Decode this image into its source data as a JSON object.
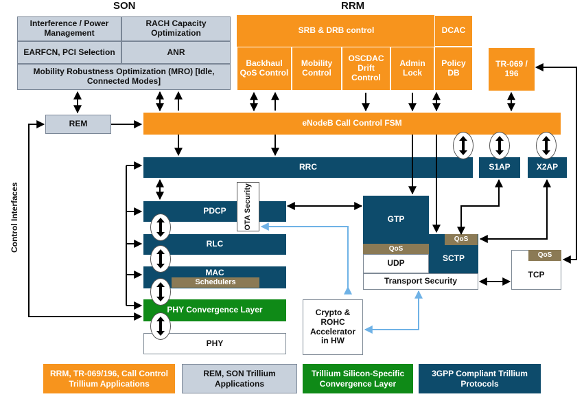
{
  "headings": {
    "son": "SON",
    "rrm": "RRM",
    "control_interfaces": "Control Interfaces"
  },
  "son": {
    "interference": "Interference / Power Management",
    "rach": "RACH Capacity Optimization",
    "earfcn": "EARFCN, PCI Selection",
    "anr": "ANR",
    "mro": "Mobility Robustness Optimization (MRO) [Idle, Connected Modes]"
  },
  "rrm": {
    "srb_drb": "SRB & DRB control",
    "dcac": "DCAC",
    "backhaul": "Backhaul QoS Control",
    "mobility": "Mobility Control",
    "oscdac": "OSCDAC Drift Control",
    "admin": "Admin Lock",
    "policy": "Policy DB"
  },
  "blocks": {
    "tr069": "TR-069 / 196",
    "rem": "REM",
    "enodeb": "eNodeB Call Control FSM",
    "rrc": "RRC",
    "s1ap": "S1AP",
    "x2ap": "X2AP",
    "pdcp": "PDCP",
    "ota": "OTA Security",
    "rlc": "RLC",
    "mac": "MAC",
    "schedulers": "Schedulers",
    "phy_conv": "PHY Convergence Layer",
    "phy": "PHY",
    "gtp": "GTP",
    "qos": "QoS",
    "udp": "UDP",
    "sctp": "SCTP",
    "transport_security": "Transport Security",
    "tcp": "TCP",
    "crypto": "Crypto & ROHC Accelerator in HW"
  },
  "legend": {
    "orange": "RRM, TR-069/196, Call Control Trillium Applications",
    "grey": "REM, SON Trillium Applications",
    "green": "Trillium Silicon-Specific Convergence Layer",
    "navy": "3GPP Compliant Trillium Protocols"
  },
  "colors": {
    "orange": "#f7941d",
    "grey": "#c8d1dc",
    "green": "#0f8a17",
    "navy": "#0d4b6b",
    "qos": "#8b7a55",
    "link": "#6fb2e6"
  }
}
